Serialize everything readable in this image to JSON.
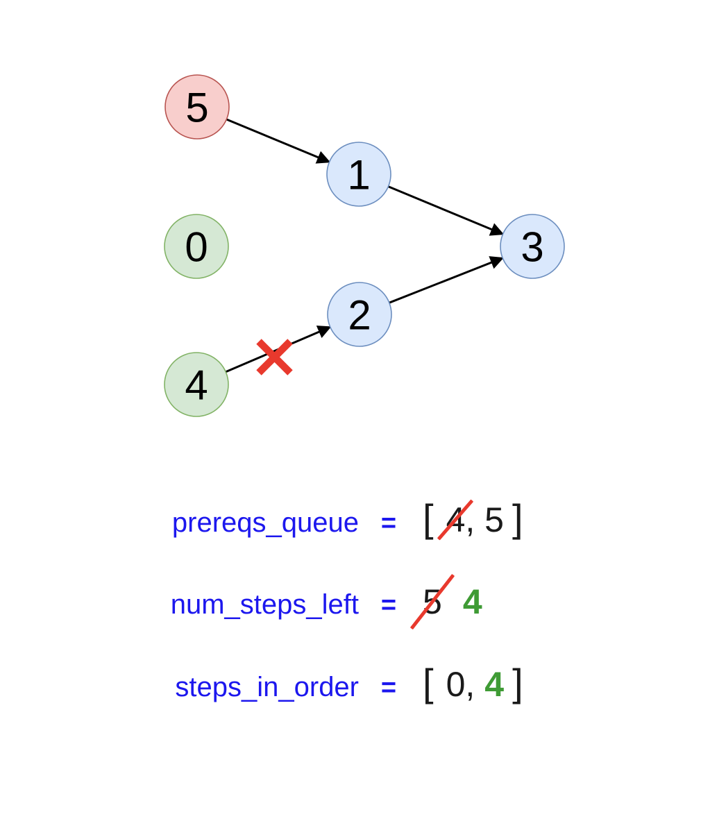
{
  "colors": {
    "background": "#ffffff",
    "text-blue": "#1c17ee",
    "ink": "#1a1a1a",
    "green": "#3f9b35",
    "red": "#e8392d",
    "edge-black": "#000000",
    "node-red-fill": "#f8cecc",
    "node-red-stroke": "#b85450",
    "node-green-fill": "#d5e8d4",
    "node-green-stroke": "#82b366",
    "node-blue-fill": "#dae8fc",
    "node-blue-stroke": "#6c8ebf"
  },
  "graph": {
    "nodes": {
      "n5": {
        "label": "5",
        "color": "red"
      },
      "n1": {
        "label": "1",
        "color": "blue"
      },
      "n0": {
        "label": "0",
        "color": "green"
      },
      "n3": {
        "label": "3",
        "color": "blue"
      },
      "n2": {
        "label": "2",
        "color": "blue"
      },
      "n4": {
        "label": "4",
        "color": "green"
      }
    },
    "edges": [
      {
        "from": "5",
        "to": "1"
      },
      {
        "from": "1",
        "to": "3"
      },
      {
        "from": "2",
        "to": "3"
      },
      {
        "from": "4",
        "to": "2",
        "status": "crossed-out"
      }
    ]
  },
  "variables": {
    "prereqs_queue": {
      "name": "prereqs_queue",
      "eq": "=",
      "open_bracket": "[",
      "removed": "4",
      "rest": ", 5",
      "close_bracket": "]"
    },
    "num_steps_left": {
      "name": "num_steps_left",
      "eq": "=",
      "old": "5",
      "new": "4"
    },
    "steps_in_order": {
      "name": "steps_in_order",
      "eq": "=",
      "open_bracket": "[",
      "existing": "0,",
      "new": "4",
      "close_bracket": "]"
    }
  }
}
